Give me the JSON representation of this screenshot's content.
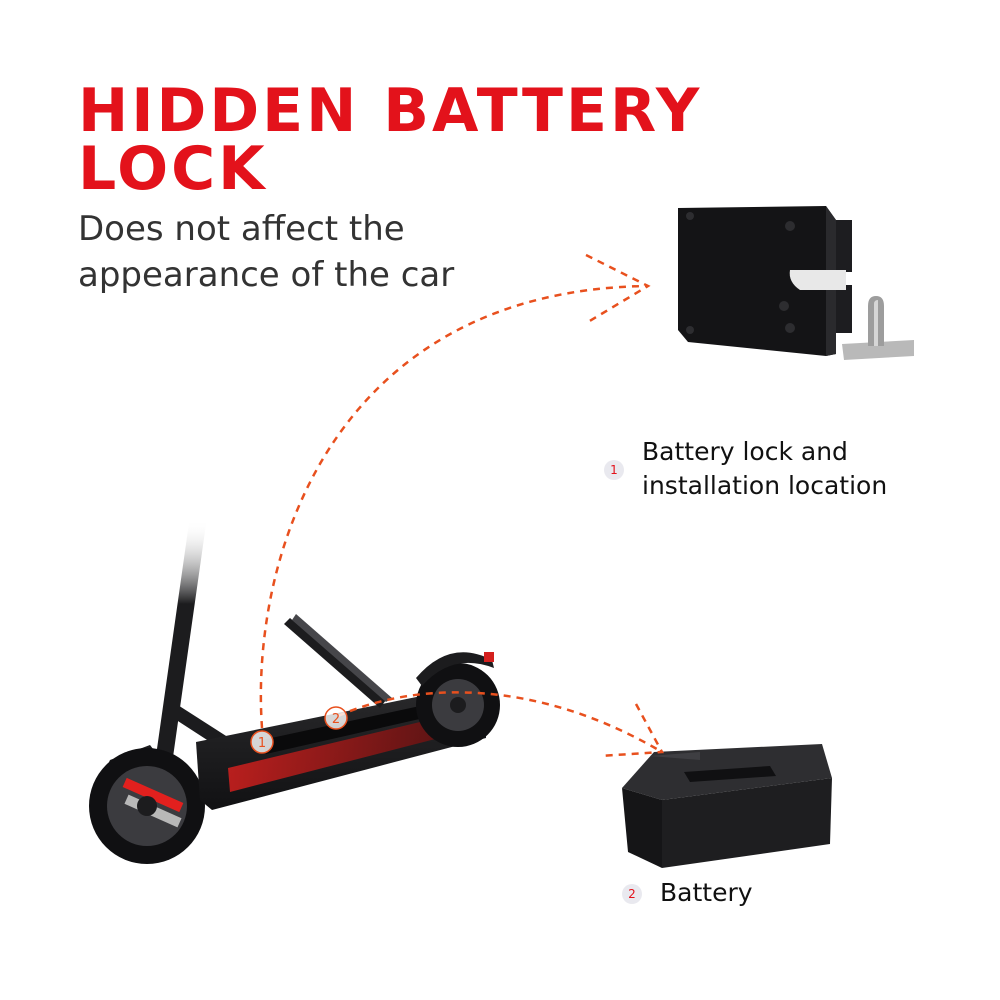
{
  "headline": {
    "line1": "HIDDEN BATTERY",
    "line2": "LOCK"
  },
  "subtitle": "Does not affect the appearance of the car",
  "labels": {
    "lock_caption": "Battery lock and installation location",
    "battery_caption": "Battery",
    "marker_1": "1",
    "marker_2": "2"
  },
  "colors": {
    "headline": "#e3121b",
    "arrow": "#e8501e",
    "product": "#1c1c1e",
    "body_text": "#333333"
  }
}
